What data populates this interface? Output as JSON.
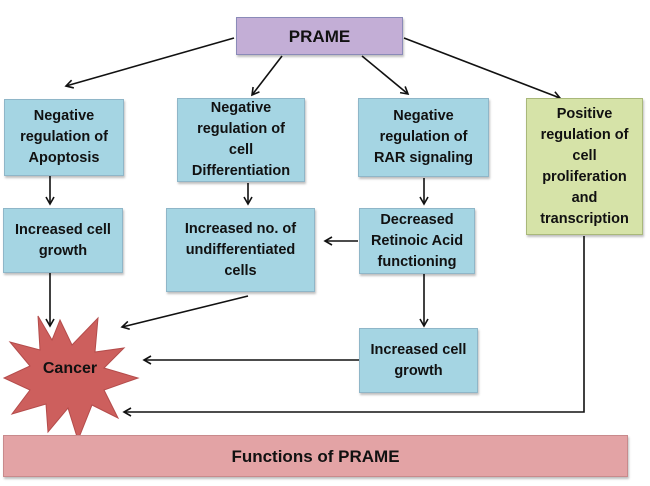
{
  "title": "PRAME",
  "footer": "Functions of PRAME",
  "outcome": "Cancer",
  "colors": {
    "prame_box": "#c3aed6",
    "negative_box": "#a5d5e3",
    "positive_box": "#d6e3a8",
    "cancer_star": "#cd5f5d",
    "footer_bar": "#e3a3a5"
  },
  "nodes": {
    "neg_apoptosis": "Negative\nregulation of\nApoptosis",
    "neg_differentiation": "Negative\nregulation of\ncell\nDifferentiation",
    "neg_rar": "Negative\nregulation of\nRAR signaling",
    "pos_proliferation": "Positive\nregulation of\ncell\nproliferation\nand\ntranscription",
    "inc_growth_1": "Increased cell\ngrowth",
    "inc_undiff": "Increased no. of\nundifferentiated\ncells",
    "dec_ra": "Decreased\nRetinoic Acid\nfunctioning",
    "inc_growth_2": "Increased cell\ngrowth"
  },
  "edges": [
    [
      "PRAME",
      "Negative regulation of Apoptosis"
    ],
    [
      "PRAME",
      "Negative regulation of cell Differentiation"
    ],
    [
      "PRAME",
      "Negative regulation of RAR signaling"
    ],
    [
      "PRAME",
      "Positive regulation of cell proliferation and transcription"
    ],
    [
      "Negative regulation of Apoptosis",
      "Increased cell growth"
    ],
    [
      "Negative regulation of cell Differentiation",
      "Increased no. of undifferentiated cells"
    ],
    [
      "Negative regulation of RAR signaling",
      "Decreased Retinoic Acid functioning"
    ],
    [
      "Decreased Retinoic Acid functioning",
      "Increased no. of undifferentiated cells"
    ],
    [
      "Decreased Retinoic Acid functioning",
      "Increased cell growth"
    ],
    [
      "Increased cell growth",
      "Cancer"
    ],
    [
      "Increased no. of undifferentiated cells",
      "Cancer"
    ],
    [
      "Increased cell growth",
      "Cancer"
    ],
    [
      "Positive regulation of cell proliferation and transcription",
      "Cancer"
    ]
  ]
}
